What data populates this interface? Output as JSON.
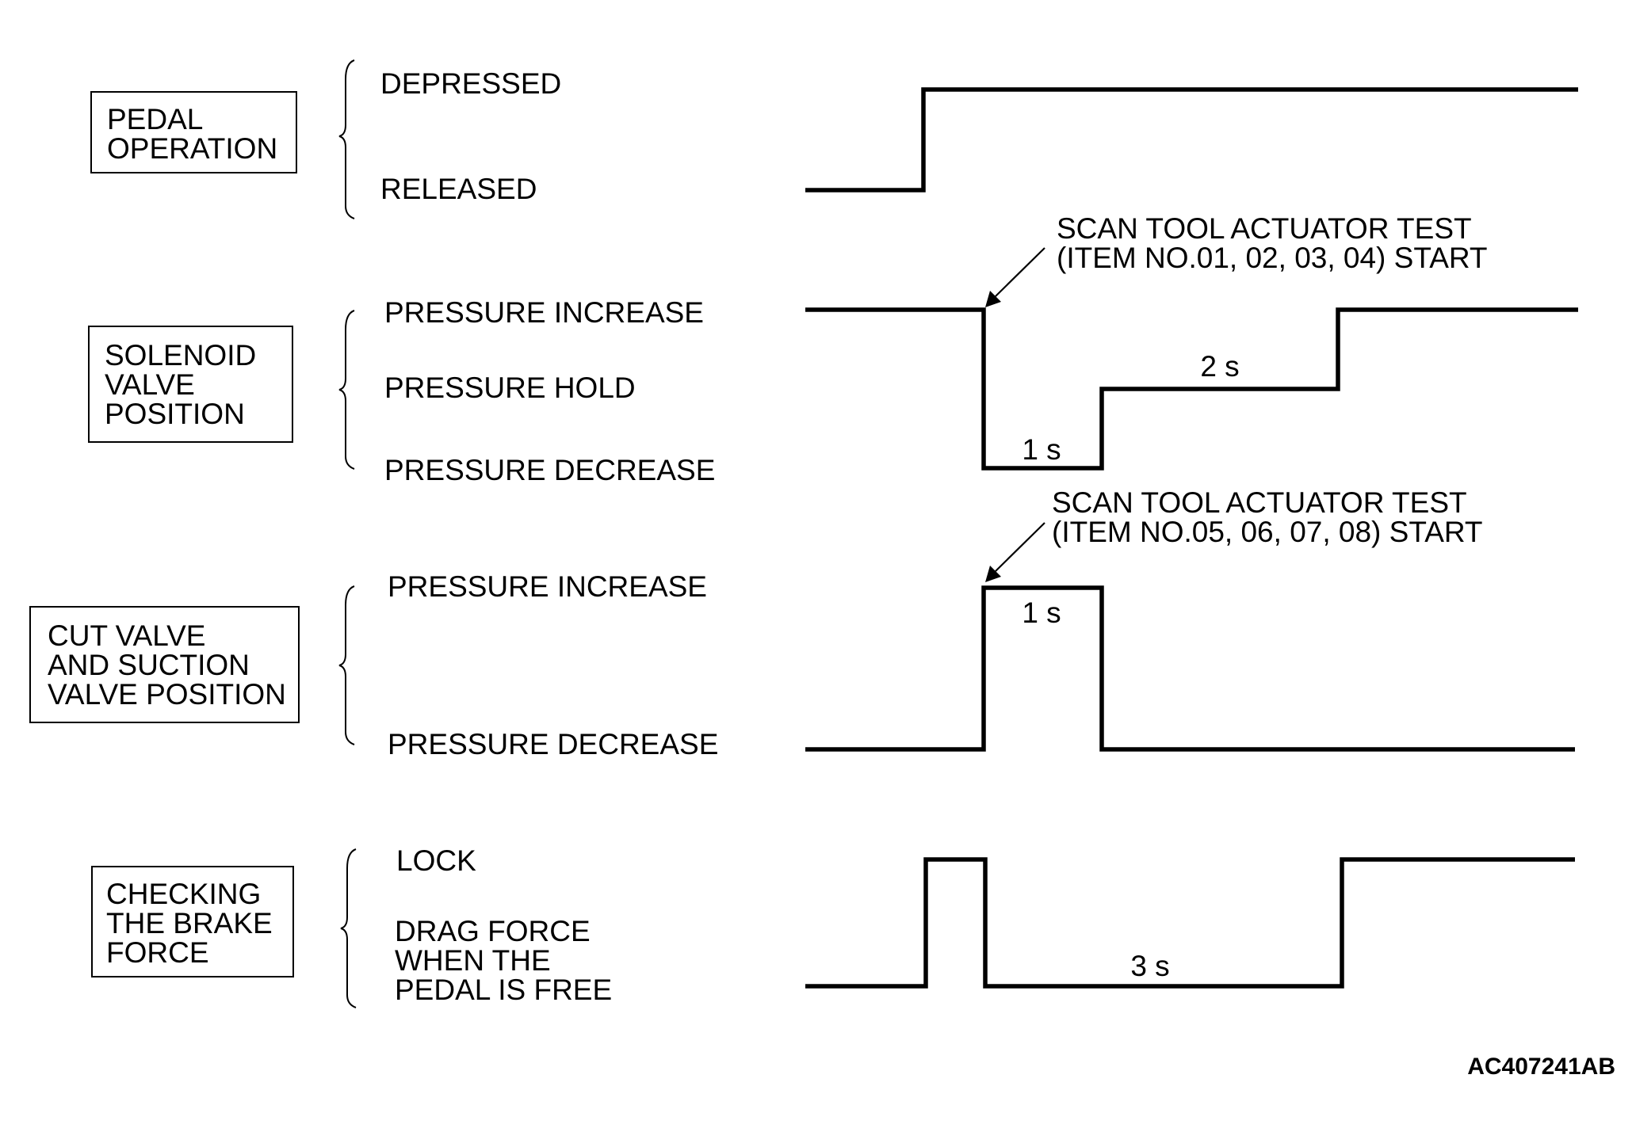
{
  "rows": {
    "pedal": {
      "title_lines": [
        "PEDAL",
        "OPERATION"
      ],
      "states": [
        "DEPRESSED",
        "RELEASED"
      ]
    },
    "solenoid": {
      "title_lines": [
        "SOLENOID",
        "VALVE",
        "POSITION"
      ],
      "states": [
        "PRESSURE INCREASE",
        "PRESSURE HOLD",
        "PRESSURE DECREASE"
      ],
      "annotation_lines": [
        "SCAN TOOL ACTUATOR TEST",
        "(ITEM NO.01, 02, 03, 04) START"
      ],
      "durations": [
        "1 s",
        "2 s"
      ]
    },
    "cut_valve": {
      "title_lines": [
        "CUT VALVE",
        "AND SUCTION",
        "VALVE POSITION"
      ],
      "states": [
        "PRESSURE INCREASE",
        "PRESSURE DECREASE"
      ],
      "annotation_lines": [
        "SCAN TOOL ACTUATOR TEST",
        "(ITEM NO.05, 06, 07, 08) START"
      ],
      "durations": [
        "1 s"
      ]
    },
    "brake_force": {
      "title_lines": [
        "CHECKING",
        "THE BRAKE",
        "FORCE"
      ],
      "states": [
        "LOCK"
      ],
      "state_multiline": [
        "DRAG FORCE",
        "WHEN THE",
        "PEDAL IS FREE"
      ],
      "durations": [
        "3 s"
      ]
    }
  },
  "reference_code": "AC407241AB"
}
